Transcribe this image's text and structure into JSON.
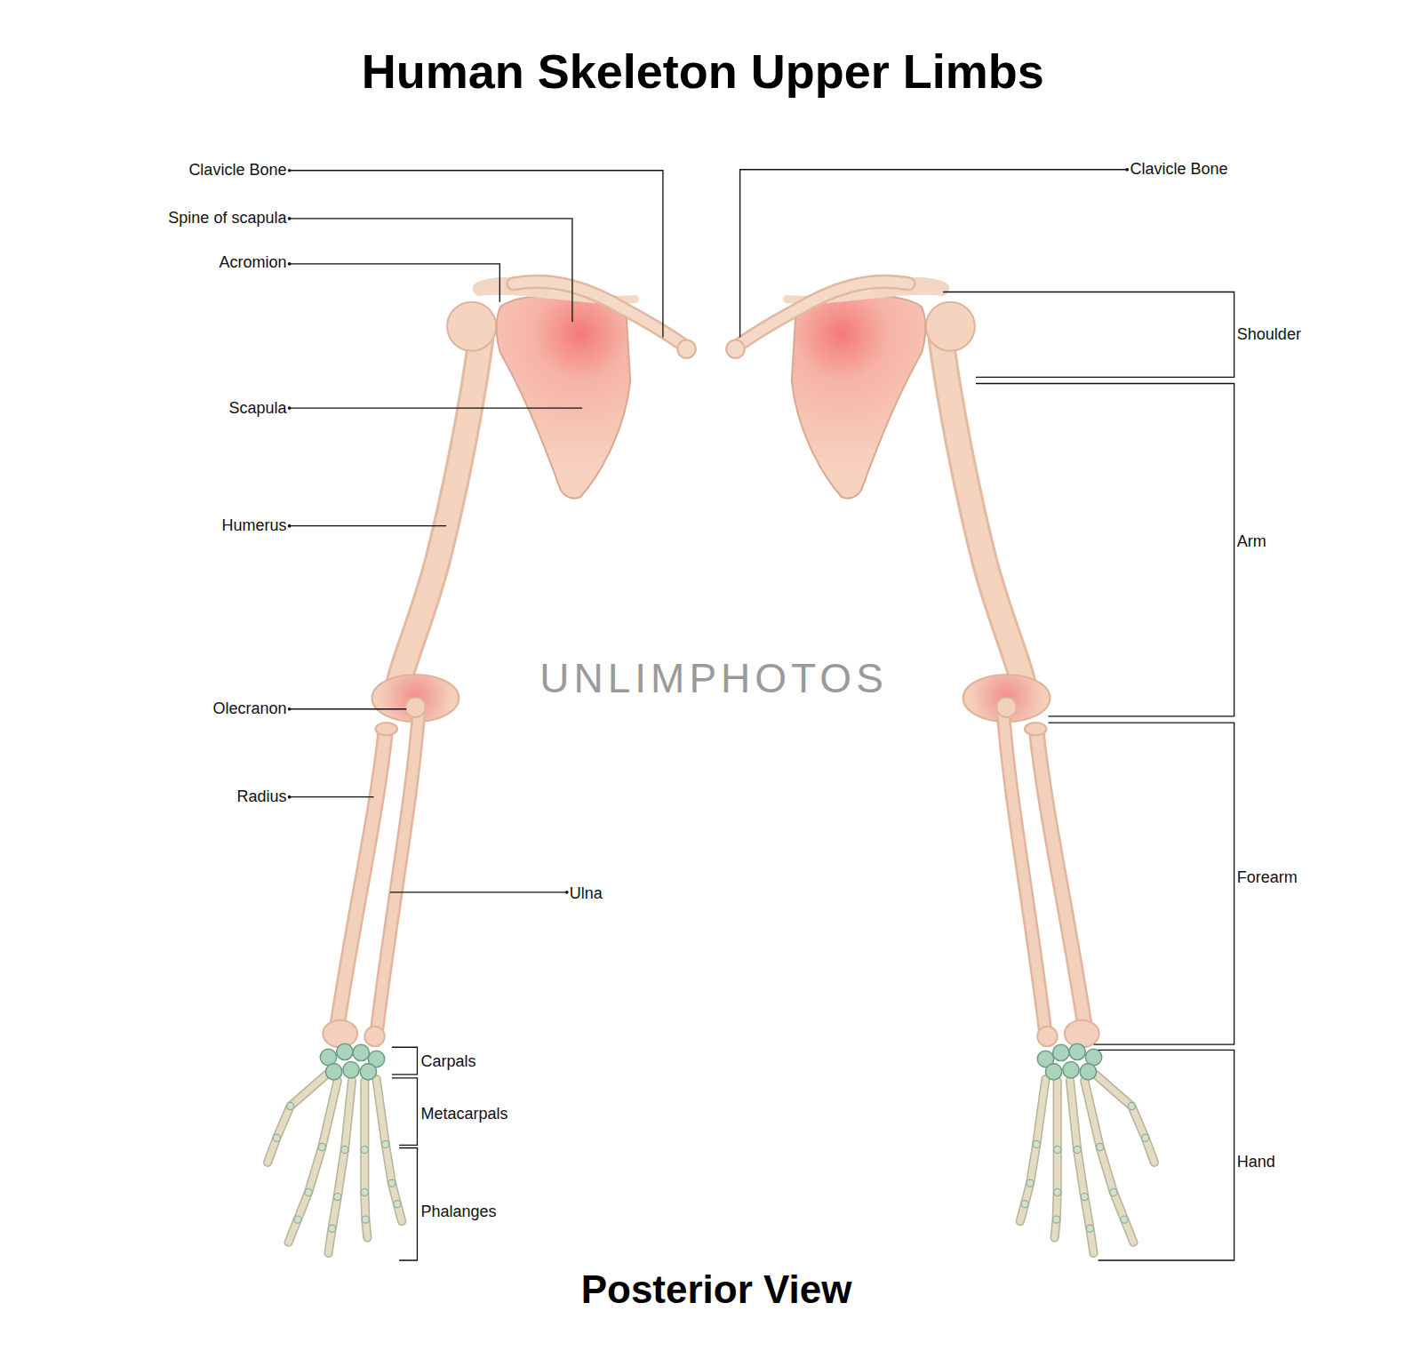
{
  "diagram": {
    "title": "Human Skeleton Upper Limbs",
    "caption": "Posterior View",
    "labels": [
      "Clavicle Bone",
      "Spine of scapula",
      "Acromion",
      "Scapula",
      "Humerus",
      "Olecranon",
      "Radius",
      "Ulna",
      "Carpals",
      "Metacarpals",
      "Phalanges",
      "Clavicle Bone",
      "Shoulder",
      "Arm",
      "Forearm",
      "Hand",
      "UNLIMPHOTOS"
    ]
  }
}
